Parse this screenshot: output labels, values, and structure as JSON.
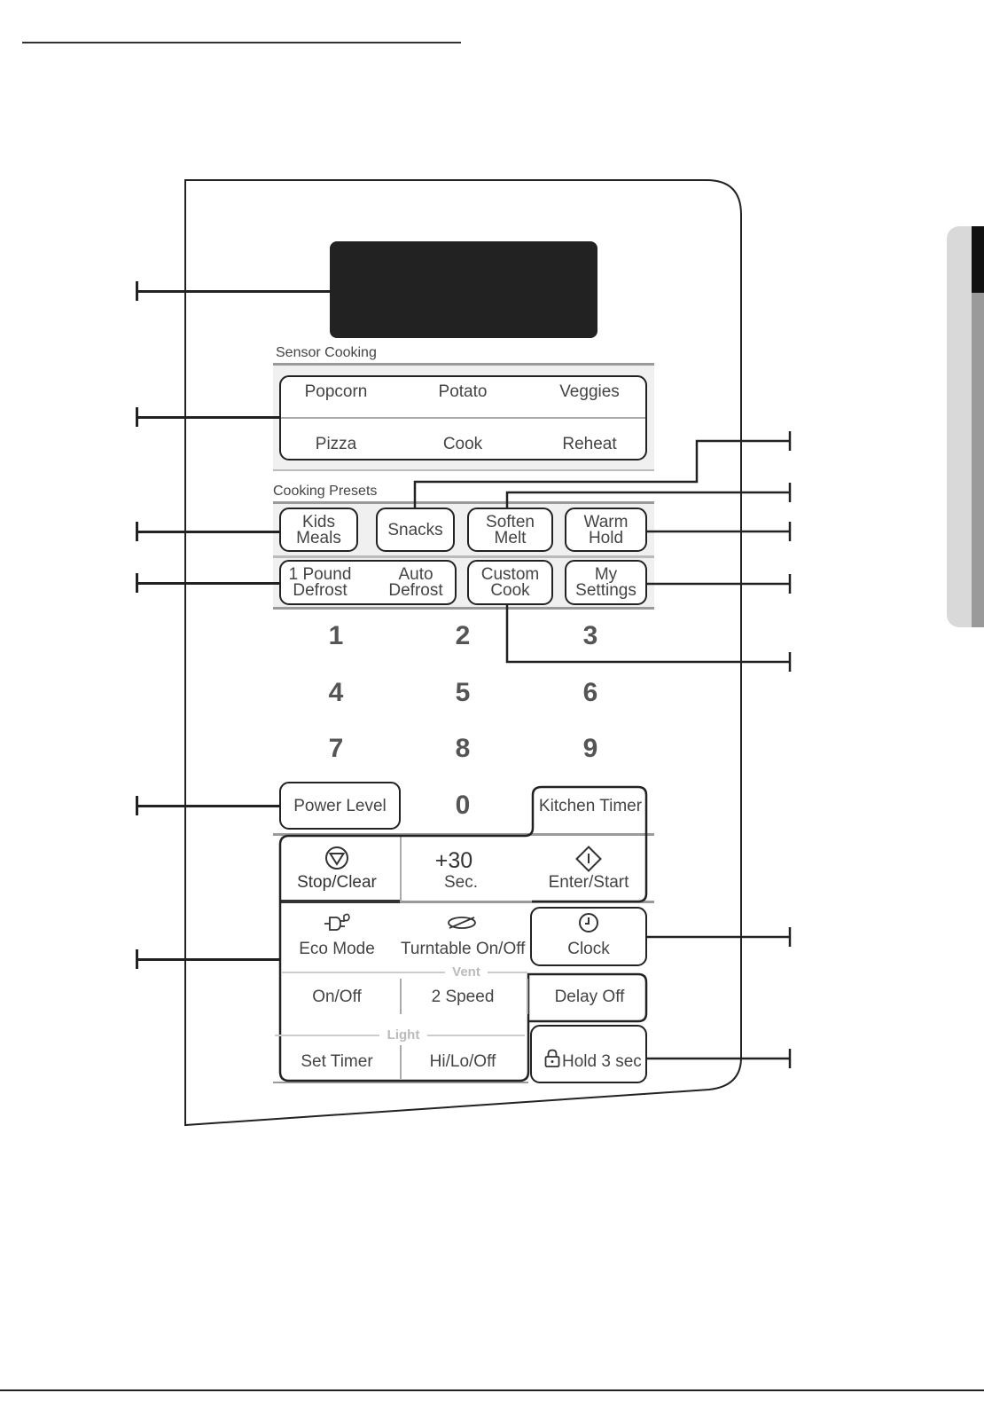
{
  "sensor_cooking": {
    "title": "Sensor Cooking",
    "buttons": [
      "Popcorn",
      "Potato",
      "Veggies",
      "Pizza",
      "Cook",
      "Reheat"
    ]
  },
  "cooking_presets": {
    "title": "Cooking Presets",
    "kids_meals": [
      "Kids",
      "Meals"
    ],
    "snacks": "Snacks",
    "soften_melt": [
      "Soften",
      "Melt"
    ],
    "warm_hold": [
      "Warm",
      "Hold"
    ],
    "one_pound_defrost": [
      "1 Pound",
      "Defrost"
    ],
    "auto_defrost": [
      "Auto",
      "Defrost"
    ],
    "custom_cook": [
      "Custom",
      "Cook"
    ],
    "my_settings": [
      "My",
      "Settings"
    ]
  },
  "keypad": {
    "digits": [
      "1",
      "2",
      "3",
      "4",
      "5",
      "6",
      "7",
      "8",
      "9",
      "0"
    ],
    "power_level": "Power Level",
    "kitchen_timer": "Kitchen Timer"
  },
  "controls": {
    "stop_clear": "Stop/Clear",
    "plus30": "+30",
    "plus30_unit": "Sec.",
    "enter_start": "Enter/Start",
    "eco_mode": "Eco Mode",
    "turntable": "Turntable On/Off",
    "clock": "Clock",
    "vent_title": "Vent",
    "vent_onoff": "On/Off",
    "vent_speed": "2 Speed",
    "vent_delay": "Delay Off",
    "light_title": "Light",
    "set_timer": "Set Timer",
    "light_hilo": "Hi/Lo/Off",
    "hold": "Hold 3 sec"
  },
  "icons": {
    "stop": "stop-triangle-icon",
    "start": "start-diamond-icon",
    "eco": "eco-plug-icon",
    "turntable": "turntable-icon",
    "clock": "clock-icon",
    "lock": "lock-icon"
  }
}
